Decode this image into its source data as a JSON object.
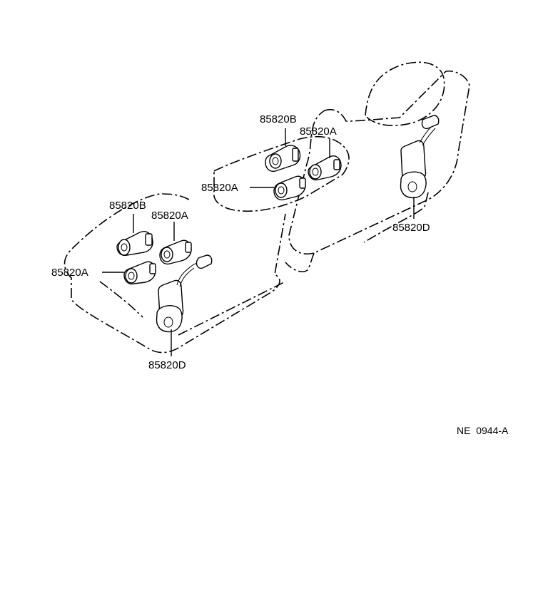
{
  "labels": {
    "rear_top_b": "85820B",
    "rear_top_a": "85820A",
    "rear_mid_a": "85820A",
    "front_top_b": "85820B",
    "front_top_a": "85820A",
    "front_mid_a": "85820A",
    "front_bottom_d": "85820D",
    "rear_right_d": "85820D"
  },
  "reference_code": "NE  0944-A"
}
